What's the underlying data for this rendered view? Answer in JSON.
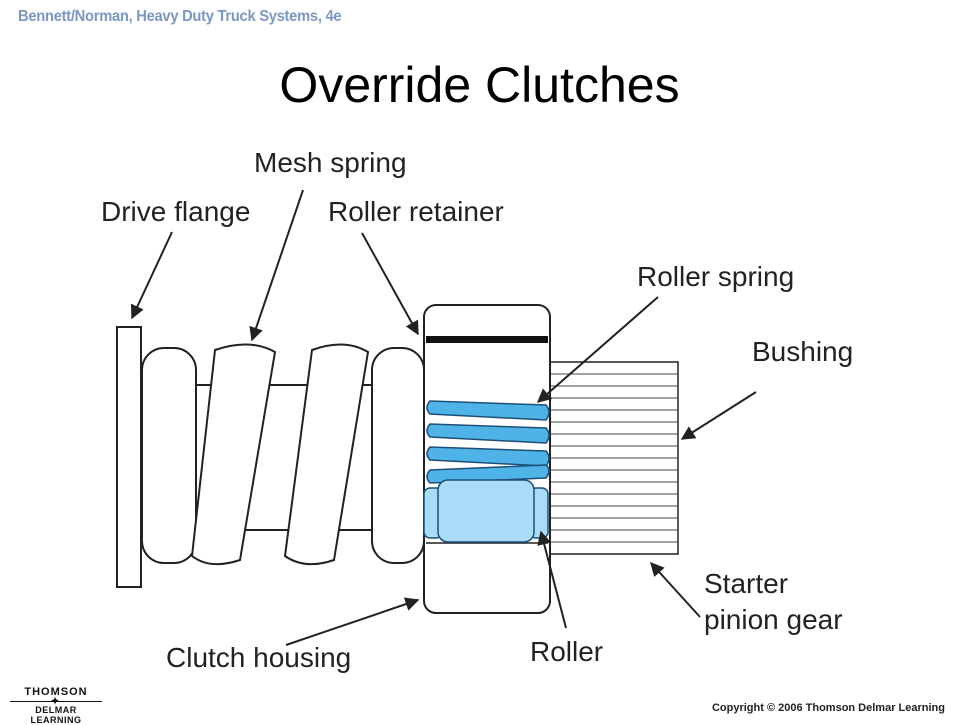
{
  "header": {
    "source": "Bennett/Norman, Heavy Duty Truck Systems, 4e"
  },
  "title": "Override Clutches",
  "labels": {
    "drive_flange": "Drive flange",
    "mesh_spring": "Mesh spring",
    "roller_retainer": "Roller retainer",
    "roller_spring": "Roller spring",
    "bushing": "Bushing",
    "starter_pinion_gear": "Starter pinion gear",
    "roller": "Roller",
    "clutch_housing": "Clutch housing"
  },
  "footer": {
    "logo_top": "THOMSON",
    "logo_bottom": "DELMAR LEARNING",
    "copyright": "Copyright © 2006 Thomson Delmar Learning"
  },
  "colors": {
    "spring_blue": "#4fb3e8",
    "roller_blue": "#a9dcf6",
    "ink": "#222222"
  }
}
